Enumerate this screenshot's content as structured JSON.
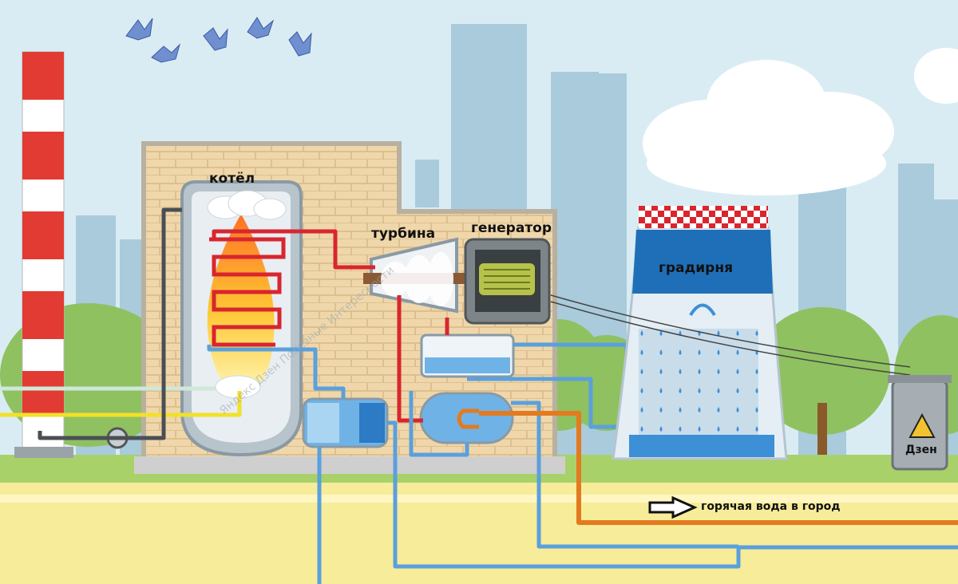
{
  "labels": {
    "boiler": "котёл",
    "turbine": "турбина",
    "generator": "генератор",
    "cooling_tower": "градирня",
    "hot_water": "горячая вода в город",
    "transformer": "Дзен"
  },
  "watermark": "Яндекс Дзен Полезные Интересности",
  "colors": {
    "sky": "#d9ecf3",
    "brick": "#ecd2a4",
    "steam_pipe": "#d8262e",
    "water_pipe": "#5aa0dc",
    "hot_pipe": "#e37a1f",
    "gas_pipe": "#f2e02a",
    "tower_blue": "#1f6fb8",
    "ground": "#f6ec9a"
  }
}
